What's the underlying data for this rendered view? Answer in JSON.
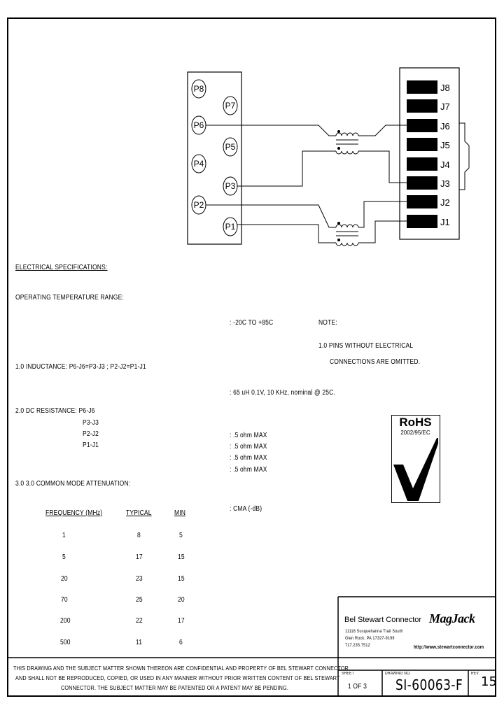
{
  "connector": {
    "pins_left": [
      "P8",
      "P7",
      "P6",
      "P5",
      "P4",
      "P3",
      "P2",
      "P1"
    ],
    "pins_right": [
      "J8",
      "J7",
      "J6",
      "J5",
      "J4",
      "J3",
      "J2",
      "J1"
    ]
  },
  "specs": {
    "heading": "ELECTRICAL SPECIFICATIONS:",
    "op_temp_label": "OPERATING TEMPERATURE RANGE:",
    "op_temp_value": ": -20C TO +85C",
    "note_label": "NOTE:",
    "note_line1": "1.0 PINS WITHOUT ELECTRICAL",
    "note_line2": "CONNECTIONS ARE OMITTED.",
    "inductance_label": "1.0 INDUCTANCE:  P6-J6=P3-J3 ; P2-J2=P1-J1",
    "inductance_value": ":  65 uH 0.1V, 10 KHz, nominal @ 25C.",
    "dcr_label": "2.0 DC RESISTANCE: P6-J6",
    "dcr_pairs": [
      "P3-J3",
      "P2-J2",
      "P1-J1"
    ],
    "dcr_values": [
      ": .5 ohm MAX",
      ": .5 ohm MAX",
      ": .5 ohm MAX",
      ": .5 ohm MAX"
    ],
    "cma_label": "3.0  3.0 COMMON MODE ATTENUATION:",
    "cma_value": ":  CMA (-dB)",
    "table_headers": [
      "FREQUENCY (MHz)",
      "TYPICAL",
      "MIN"
    ],
    "table_rows": [
      [
        "1",
        "8",
        "5"
      ],
      [
        "5",
        "17",
        "15"
      ],
      [
        "20",
        "23",
        "15"
      ],
      [
        "70",
        "25",
        "20"
      ],
      [
        "200",
        "22",
        "17"
      ],
      [
        "500",
        "11",
        "6"
      ]
    ]
  },
  "rohs": {
    "title": "RoHS",
    "directive": "2002/95/EC"
  },
  "titleblock": {
    "company": "Bel Stewart Connector",
    "address1": "11118 Susquehanna Trail South",
    "address2": "Glen Rock, PA 17327-9199",
    "phone": "717.235.7512",
    "brand": "MagJack",
    "website": "http://www.stewartconnector.com",
    "sheet_label": "SHEET",
    "sheet_value": "1 OF 3",
    "drawing_label": "DRAWING NO.",
    "drawing_value": "SI-60063-F",
    "rev_label": "REV.",
    "rev_value": "15",
    "disclaimer_line1": "THIS DRAWING AND THE SUBJECT MATTER SHOWN THEREON ARE CONFIDENTIAL AND PROPERTY OF BEL STEWART CONNECTOR",
    "disclaimer_line2": "AND SHALL NOT BE REPRODUCED, COPIED, OR USED IN ANY MANNER WITHOUT PRIOR WRITTEN CONTENT OF BEL STEWART",
    "disclaimer_line3": "CONNECTOR. THE SUBJECT MATTER MAY BE PATENTED OR A PATENT MAY BE PENDING."
  }
}
